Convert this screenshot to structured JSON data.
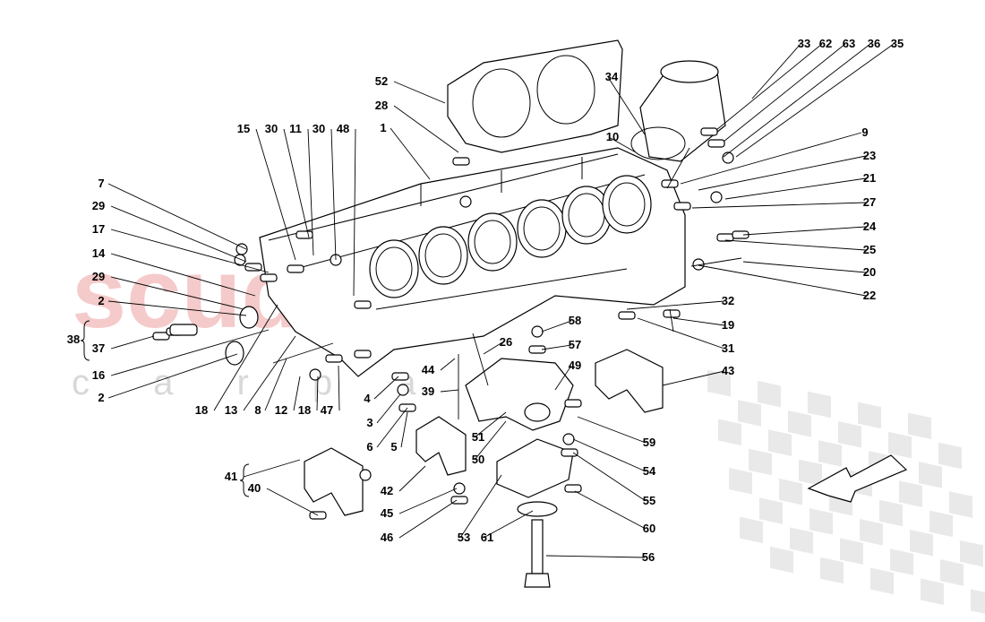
{
  "watermark": {
    "brand": "scuderia",
    "sub": "c a r   p a r t s",
    "color": "#f2b5b5"
  },
  "colors": {
    "ink": "#000000",
    "checker": "#d8d8d8"
  },
  "labels": [
    "33",
    "62",
    "63",
    "36",
    "35",
    "52",
    "34",
    "28",
    "1",
    "10",
    "9",
    "23",
    "21",
    "27",
    "24",
    "25",
    "20",
    "22",
    "15",
    "30",
    "11",
    "30",
    "48",
    "7",
    "29",
    "17",
    "14",
    "29",
    "2",
    "38",
    "37",
    "16",
    "2",
    "32",
    "19",
    "31",
    "58",
    "57",
    "26",
    "44",
    "39",
    "49",
    "43",
    "18",
    "13",
    "8",
    "12",
    "18",
    "47",
    "4",
    "3",
    "6",
    "5",
    "51",
    "50",
    "59",
    "54",
    "55",
    "60",
    "42",
    "45",
    "46",
    "53",
    "61",
    "56",
    "41",
    "40"
  ]
}
